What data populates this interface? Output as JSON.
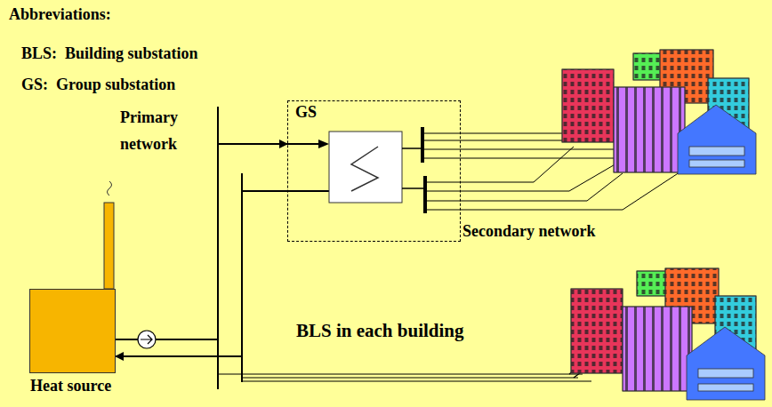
{
  "diagram": {
    "nodes": [
      {
        "text": [
          "GS"
        ]
      },
      {
        "text": [
          "Heat source"
        ]
      }
    ],
    "edges": [
      {
        "from": 1,
        "to": 0,
        "arrow": "to"
      },
      {
        "from": 0,
        "to": 1,
        "arrow": "to"
      }
    ],
    "labels": [
      "Abbreviations:",
      "BLS:  Building substation",
      "GS:  Group substation",
      "Primary network",
      "Secondary network",
      "BLS in each building"
    ]
  }
}
